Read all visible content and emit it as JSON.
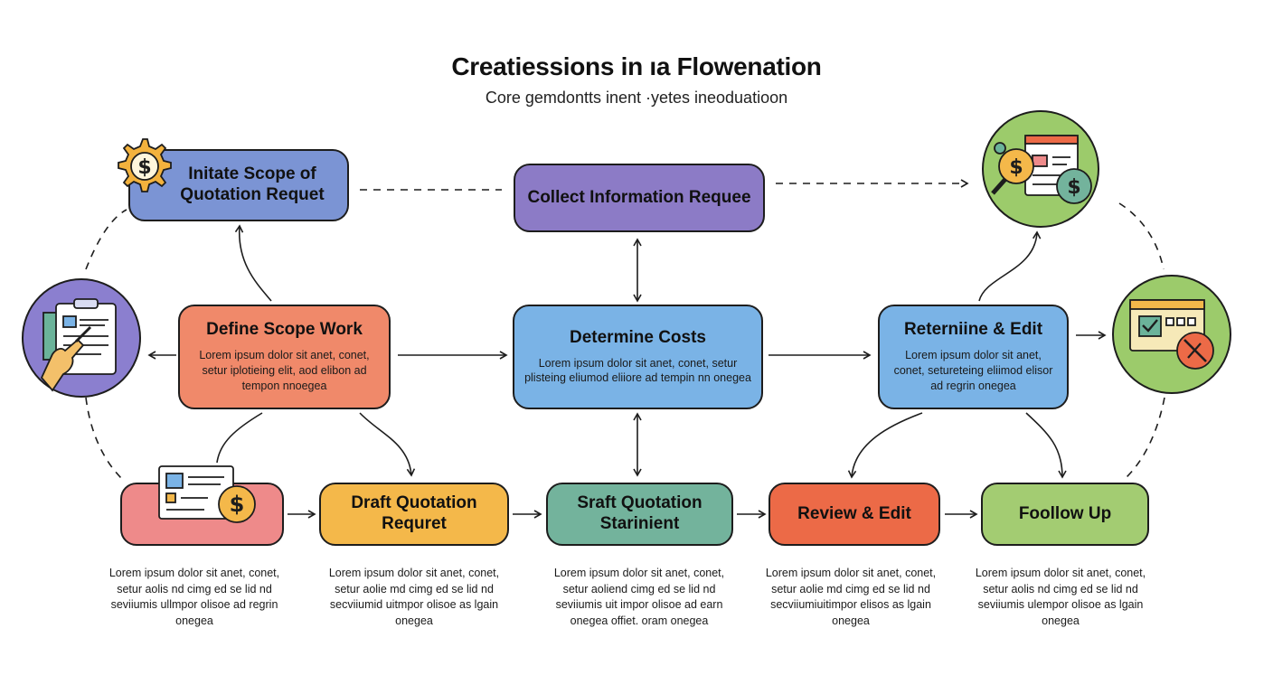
{
  "title": "Creatiessions in ıa Flowenation",
  "subtitle": "Core gemdontts inent ·yetes ineoduatioon",
  "nodes": {
    "initiate": {
      "label": "Initate Scope of Quotation Requet"
    },
    "collect": {
      "label": "Collect Information Requee"
    },
    "define": {
      "label": "Define Scope Work",
      "desc": "Lorem ipsum dolor sit anet, conet, setur iplotieing elit, aod elibon ad tempon nnoegea"
    },
    "determine": {
      "label": "Determine Costs",
      "desc": "Lorem ipsum dolor sit anet, conet, setur plisteing eliumod eliiore ad tempin nn onegea"
    },
    "retermine": {
      "label": "Reterniine & Edit",
      "desc": "Lorem ipsum dolor sit anet, conet, setureteing eliimod elisor ad regrin onegea"
    },
    "draft": {
      "label": "Draft Quotation Requret"
    },
    "sraft": {
      "label": "Sraft Quotation Starinient"
    },
    "review": {
      "label": "Review & Edit"
    },
    "followup": {
      "label": "Foollow Up"
    }
  },
  "captions": [
    "Lorem ipsum dolor sit anet, conet, setur aolis nd cimg ed se lid nd seviiumis ullmpor olisoe ad regrin onegea",
    "Lorem ipsum dolor sit anet, conet, setur aolie md cimg ed se lid nd secviiumid uitmpor olisoe as lgain onegea",
    "Lorem ipsum dolor sit anet, conet, setur aoliend cimg ed se lid nd seviiumis uit impor olisoe ad earn onegea offiet. oram onegea",
    "Lorem ipsum dolor sit anet, conet, setur aolie md cimg ed se lid nd secviiumiuitimpor elisos as lgain onegea",
    "Lorem ipsum dolor sit anet, conet, setur aolis nd cimg ed se lid nd seviiumis ulempor olisoe as lgain onegea"
  ],
  "icons": {
    "top_left": "dollar-gear-icon",
    "left": "clipboard-hand-icon",
    "bottom_left": "invoice-dollar-icon",
    "top_right": "search-dollar-document-icon",
    "right": "approval-window-icon"
  },
  "colors": {
    "blue": "#7b94d4",
    "purple": "#8c7bc6",
    "orange": "#f0896a",
    "sky": "#7ab3e6",
    "pink": "#ee8a8a",
    "yellow": "#f4b84a",
    "teal": "#73b39c",
    "red_orange": "#ec6a47",
    "green": "#a3cc72",
    "icon_purple": "#8b7fcf",
    "icon_green": "#9ccb6b"
  }
}
